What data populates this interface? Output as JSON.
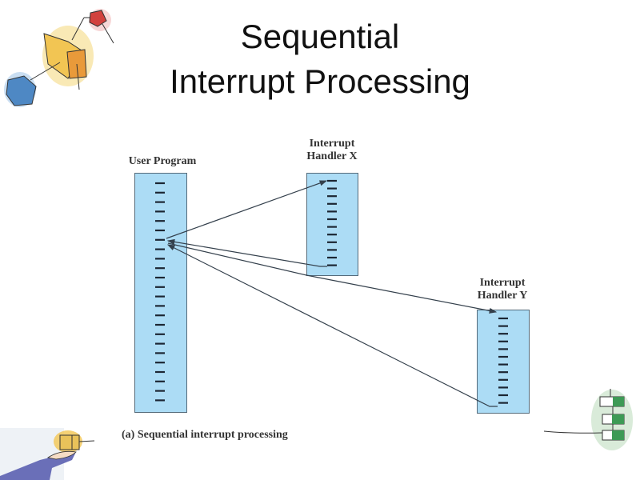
{
  "slide": {
    "title_line1": "Sequential",
    "title_line2": "Interrupt Processing",
    "caption": "(a) Sequential interrupt processing"
  },
  "diagram": {
    "user_program": {
      "label": "User Program",
      "instruction_count": 24
    },
    "handler_x": {
      "label_line1": "Interrupt",
      "label_line2": "Handler X",
      "instruction_count": 12
    },
    "handler_y": {
      "label_line1": "Interrupt",
      "label_line2": "Handler Y",
      "instruction_count": 12
    },
    "flows": [
      {
        "from": "user_program",
        "to": "handler_x",
        "kind": "interrupt transfer"
      },
      {
        "from": "handler_x",
        "to": "user_program",
        "kind": "return"
      },
      {
        "from": "user_program",
        "to": "handler_y",
        "kind": "interrupt transfer"
      },
      {
        "from": "handler_y",
        "to": "user_program",
        "kind": "return"
      }
    ]
  },
  "colors": {
    "box_fill": "#acdcf5",
    "tick": "#1c2633",
    "arrow": "#34404c"
  },
  "decorations": [
    "cubes-clipart-icon",
    "hand-holding-box-icon",
    "green-stack-icon"
  ]
}
